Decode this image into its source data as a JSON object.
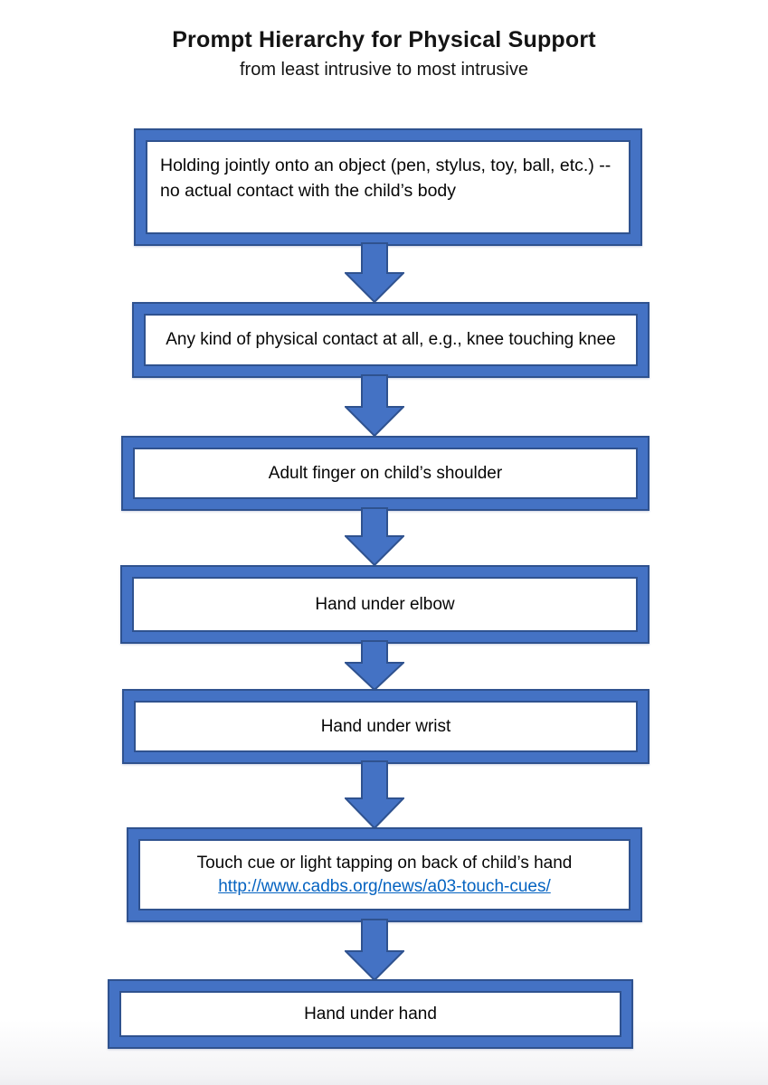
{
  "page": {
    "title": "Prompt Hierarchy for Physical Support",
    "subtitle": "from least intrusive to most intrusive"
  },
  "colors": {
    "box_fill": "#4472C4",
    "box_stroke": "#2F528F",
    "link_blue": "#0563C1",
    "text": "#060606"
  },
  "diagram": {
    "type": "flowchart",
    "direction": "top-down",
    "steps": [
      {
        "label": "Holding jointly onto an object (pen, stylus, toy, ball, etc.) -- no actual contact with the child’s body"
      },
      {
        "label": "Any kind of physical contact at all, e.g., knee touching knee"
      },
      {
        "label": "Adult finger on child’s shoulder"
      },
      {
        "label": "Hand under elbow"
      },
      {
        "label": "Hand under wrist"
      },
      {
        "label": "Touch cue or light tapping on back of child’s hand",
        "link": "http://www.cadbs.org/news/a03-touch-cues/"
      },
      {
        "label": "Hand under hand"
      }
    ],
    "connector": "block-down-arrow"
  }
}
